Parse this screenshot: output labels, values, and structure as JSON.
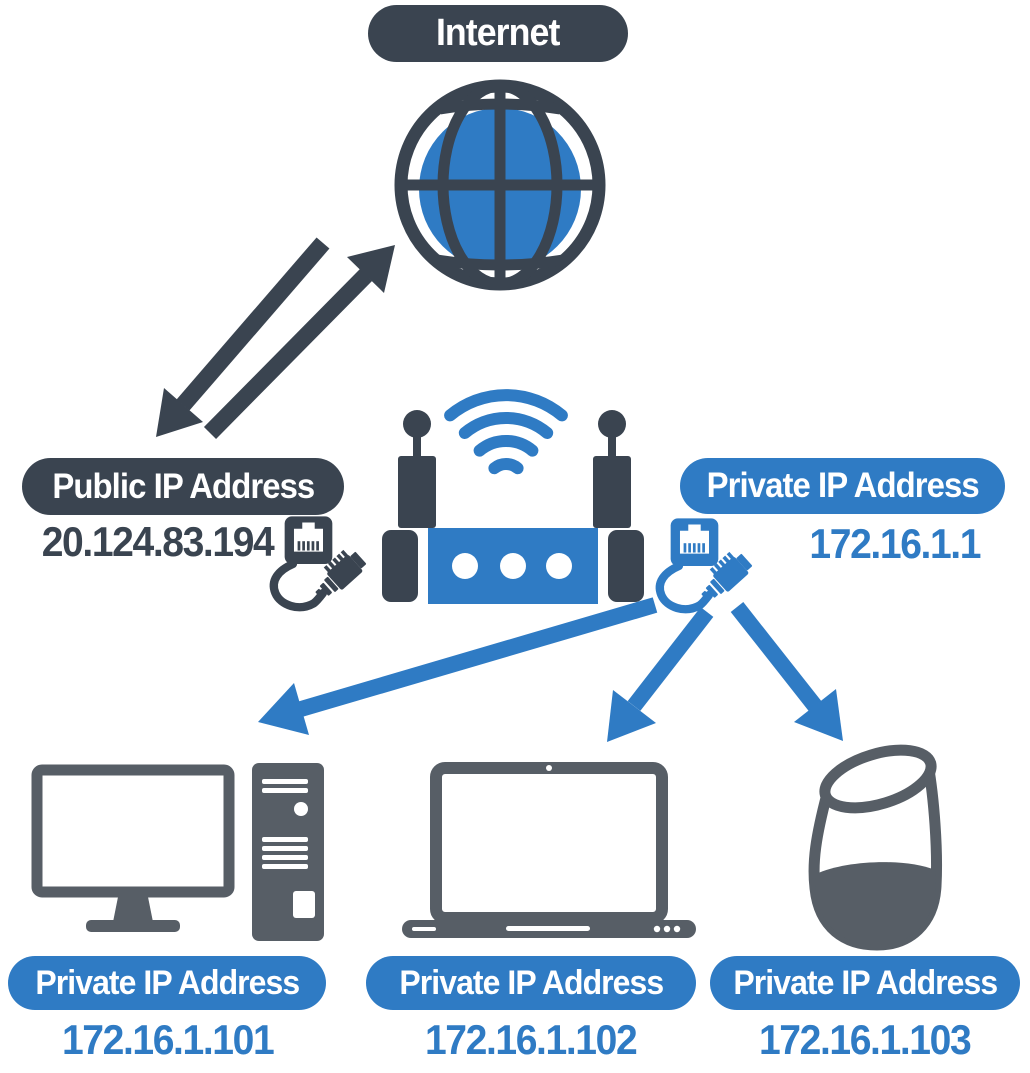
{
  "internet": {
    "label": "Internet"
  },
  "public": {
    "label": "Public IP Address",
    "ip": "20.124.83.194"
  },
  "router": {
    "label": "Private IP Address",
    "ip": "172.16.1.1"
  },
  "devices": [
    {
      "type": "desktop-computer",
      "label": "Private IP Address",
      "ip": "172.16.1.101"
    },
    {
      "type": "laptop",
      "label": "Private IP Address",
      "ip": "172.16.1.102"
    },
    {
      "type": "smart-speaker",
      "label": "Private IP Address",
      "ip": "172.16.1.103"
    }
  ],
  "icons": {
    "globe": "globe-icon",
    "router": "wifi-router-icon",
    "ethernet": "ethernet-cable-icon",
    "desktop": "desktop-computer-icon",
    "laptop": "laptop-icon",
    "speaker": "smart-speaker-icon"
  },
  "colors": {
    "dark": "#3A4450",
    "blue": "#2F7BC4",
    "gray": "#575E66",
    "white": "#FFFFFF"
  }
}
